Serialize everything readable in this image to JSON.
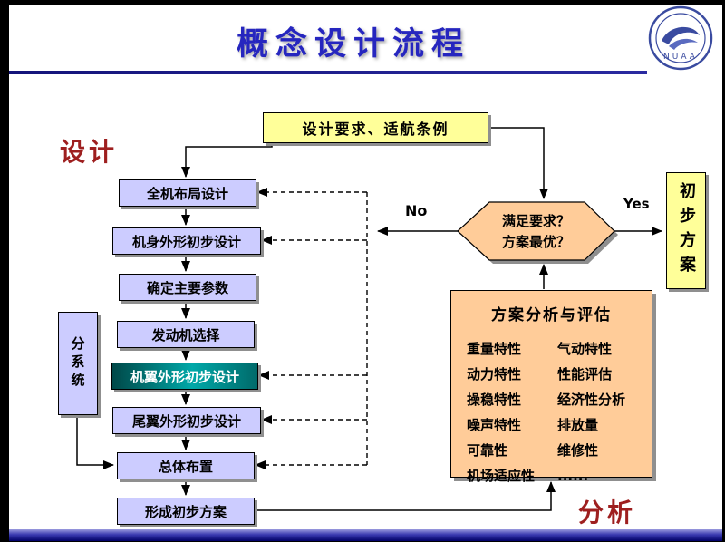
{
  "slide": {
    "title": "概念设计流程",
    "design_label": "设计",
    "analysis_label": "分析",
    "logo_text": "NUAA"
  },
  "flow": {
    "start": "设计要求、适航条例",
    "steps": [
      {
        "label": "全机布局设计"
      },
      {
        "label": "机身外形初步设计"
      },
      {
        "label": "确定主要参数"
      },
      {
        "label": "发动机选择"
      },
      {
        "label": "机翼外形初步设计",
        "highlighted": true
      },
      {
        "label": "尾翼外形初步设计"
      },
      {
        "label": "总体布置"
      },
      {
        "label": "形成初步方案"
      }
    ],
    "subsystem": "分系统",
    "decision_line1": "满足要求？",
    "decision_line2": "方案最优？",
    "yes": "Yes",
    "no": "No",
    "result": "初步方案"
  },
  "analysis": {
    "title": "方案分析与评估",
    "rows": [
      [
        "重量特性",
        "气动特性"
      ],
      [
        "动力特性",
        "性能评估"
      ],
      [
        "操稳特性",
        "经济性分析"
      ],
      [
        "噪声特性",
        "排放量"
      ],
      [
        "可靠性",
        "维修性"
      ],
      [
        "机场适应性",
        "......"
      ]
    ]
  },
  "colors": {
    "title_blue": "#2626bf",
    "process_box": "#ccccff",
    "highlight_box": "#008080",
    "start_box": "#ffff99",
    "decision_box": "#ffcc99",
    "section_label_red": "#9e1f1f"
  }
}
